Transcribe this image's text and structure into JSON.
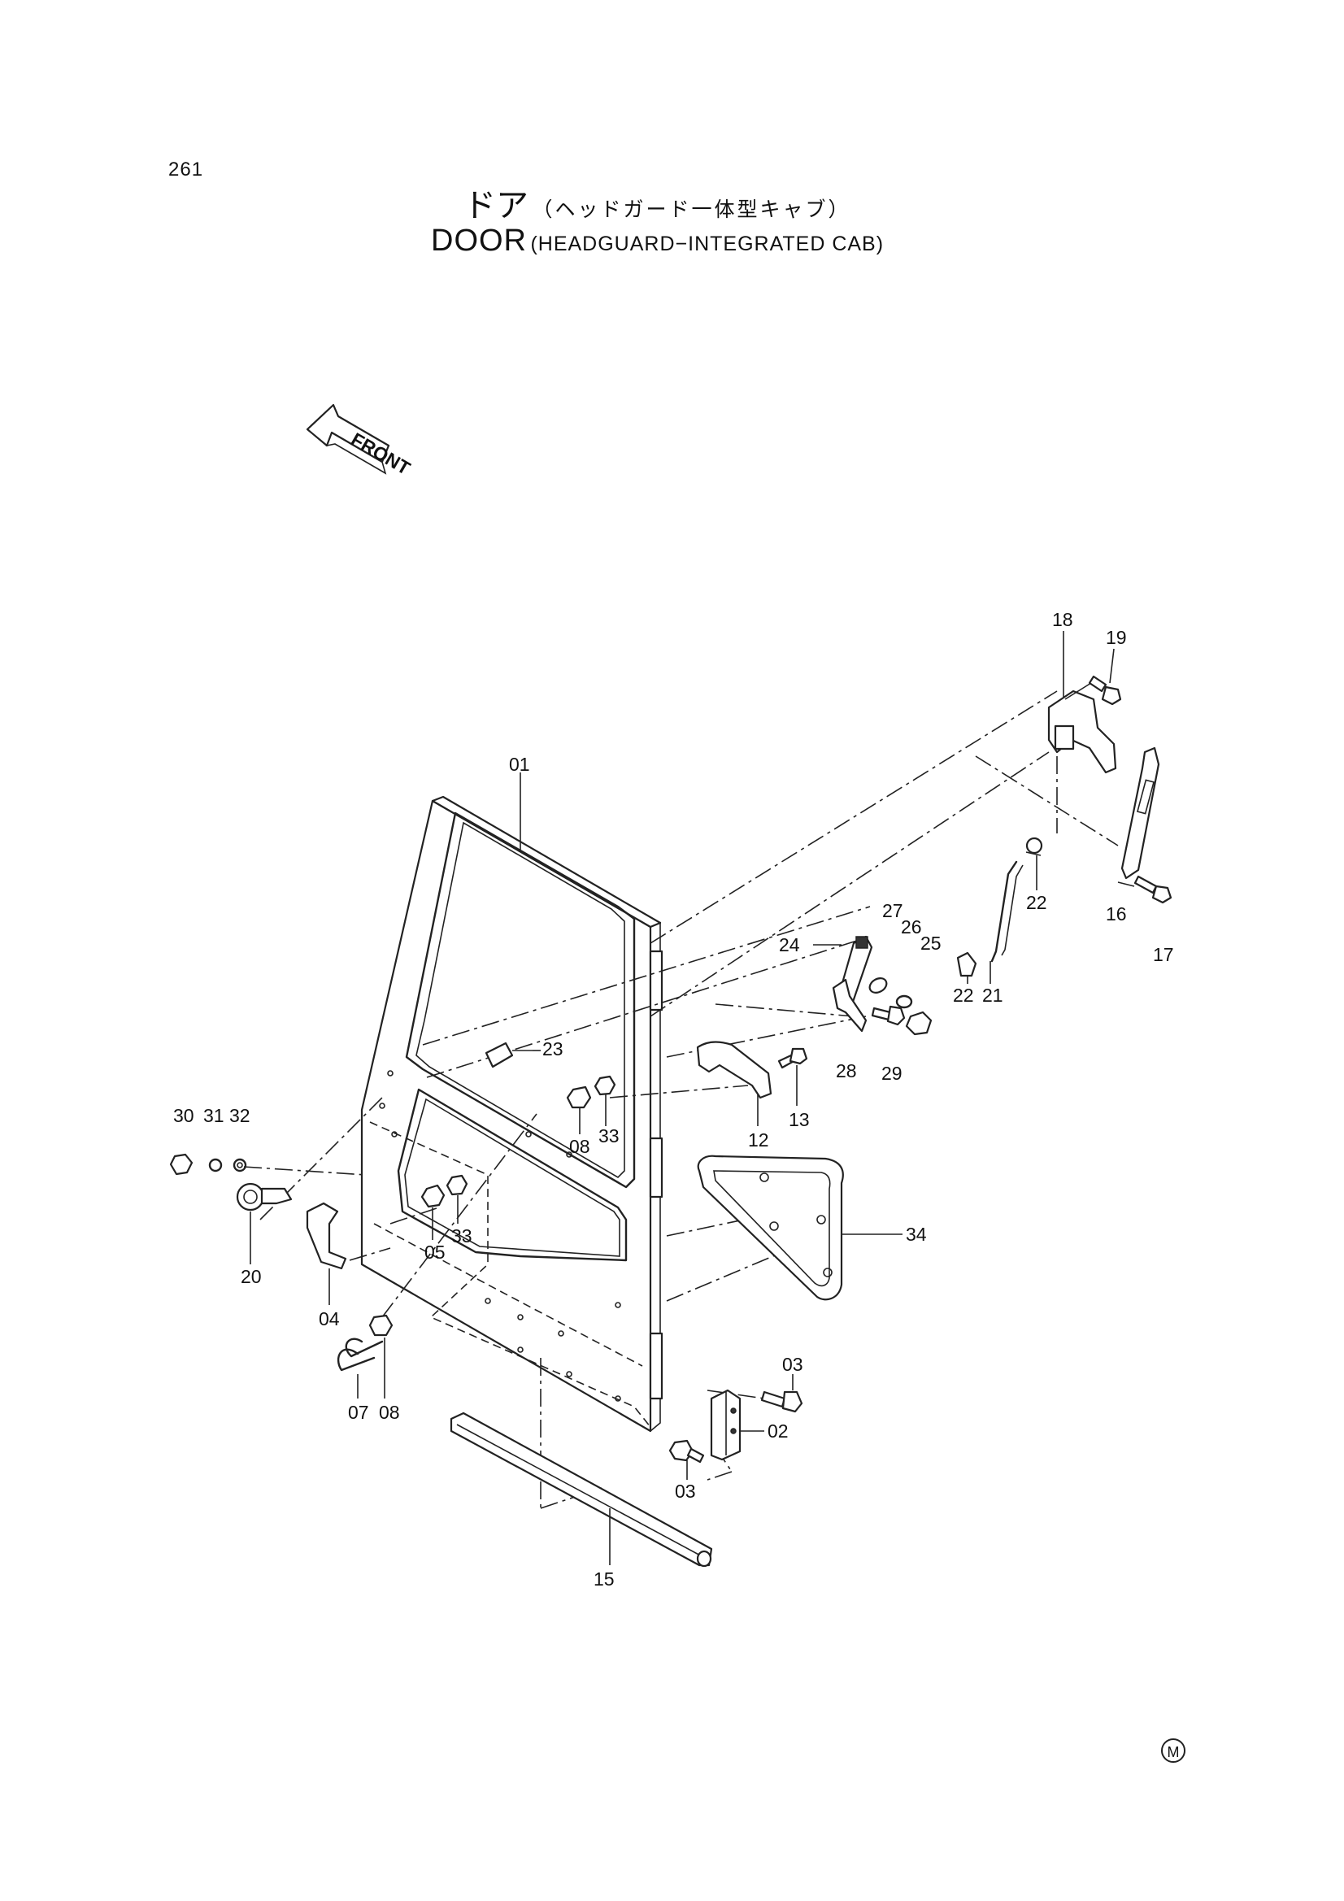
{
  "page_number": "261",
  "title_jp": {
    "main": "ドア",
    "sub": "（ヘッドガード一体型キャブ）"
  },
  "title_en": {
    "main": "DOOR",
    "sub": "(HEADGUARD−INTEGRATED CAB)"
  },
  "front_arrow_label": "FRONT",
  "corner_mark": "M",
  "callouts": {
    "c01": "01",
    "c02": "02",
    "c03a": "03",
    "c03b": "03",
    "c04": "04",
    "c05": "05",
    "c07": "07",
    "c08a": "08",
    "c08b": "08",
    "c12": "12",
    "c13": "13",
    "c15": "15",
    "c16": "16",
    "c17": "17",
    "c18": "18",
    "c19": "19",
    "c20": "20",
    "c21": "21",
    "c22a": "22",
    "c22b": "22",
    "c23": "23",
    "c24": "24",
    "c25": "25",
    "c26": "26",
    "c27": "27",
    "c28": "28",
    "c29": "29",
    "c30": "30",
    "c31": "31",
    "c32": "32",
    "c33a": "33",
    "c33b": "33",
    "c34": "34"
  }
}
